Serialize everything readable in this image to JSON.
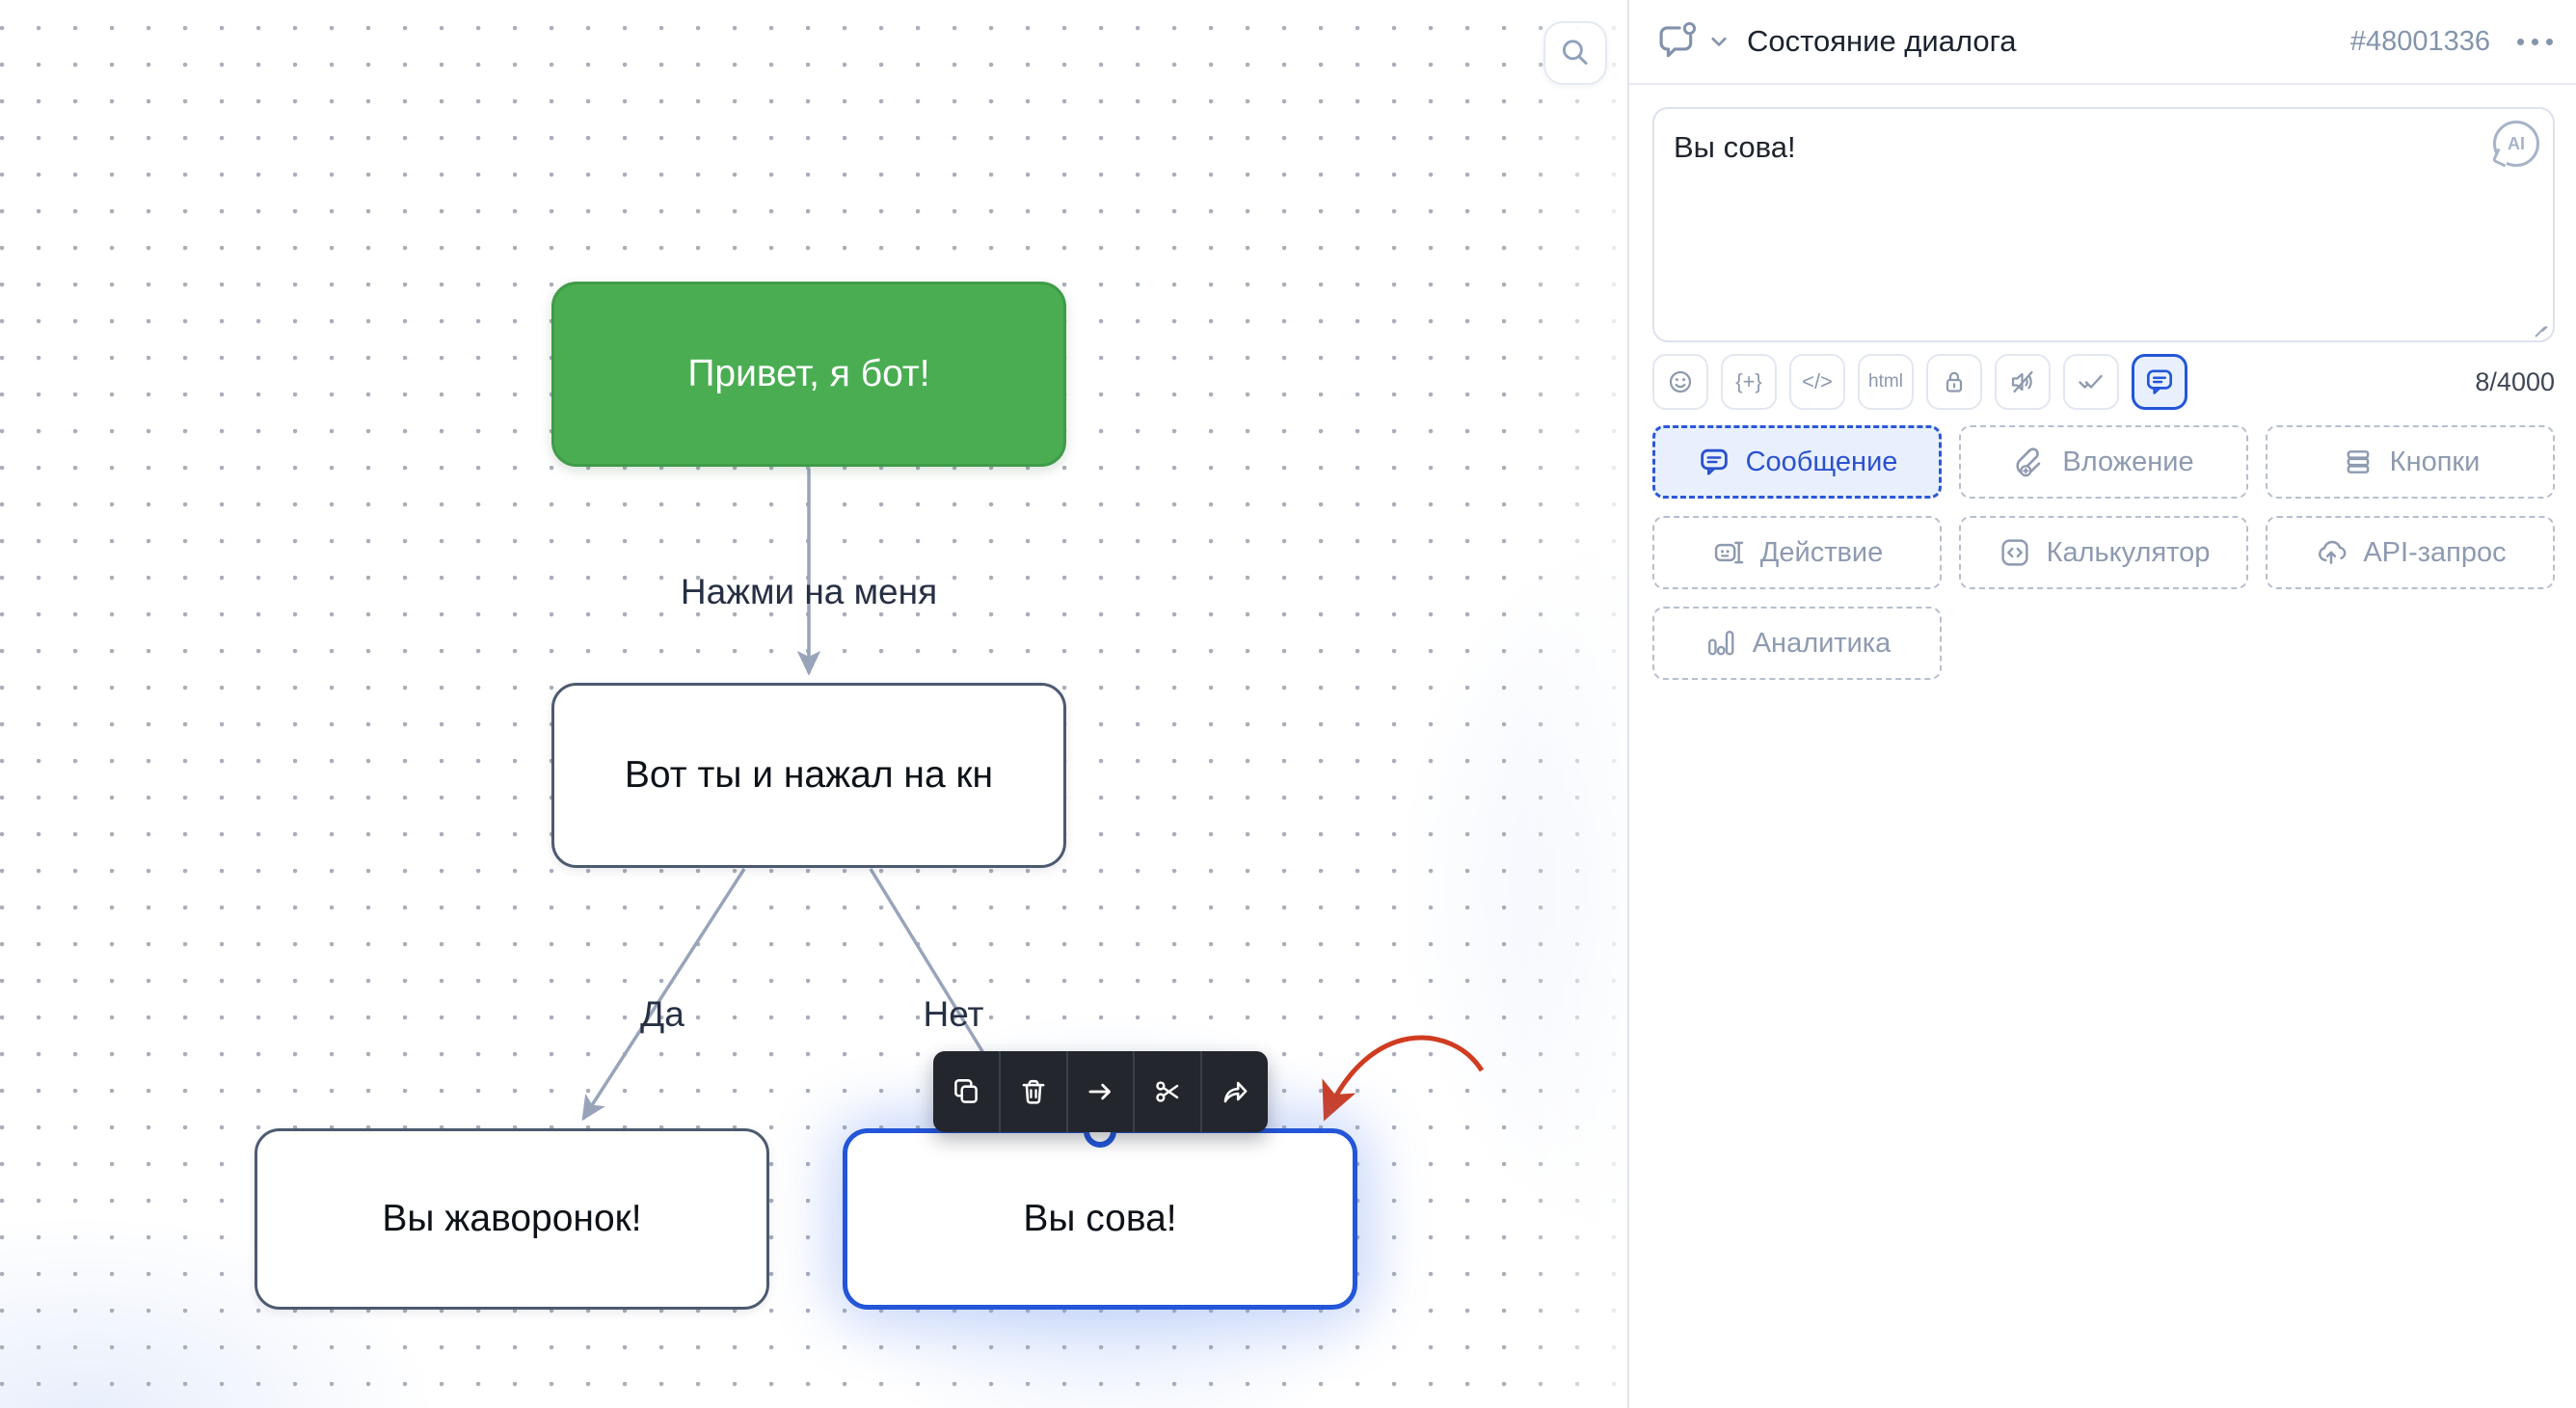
{
  "colors": {
    "accent_blue": "#2356d8",
    "node_green": "#4aad52",
    "node_green_border": "#3f9b49",
    "node_border": "#4d5a70",
    "edge_gray": "#99a4ba",
    "red_annotation": "#d03c20",
    "muted_icon_gray": "#8d99ad",
    "selection_glow": "#6088ee"
  },
  "canvas": {
    "nodes": [
      {
        "text": "Привет, я бот!",
        "style": "green"
      },
      {
        "text": "Вот ты и нажал на кн",
        "style": "white"
      },
      {
        "text": "Вы жаворонок!",
        "style": "white"
      },
      {
        "text": "Вы сова!",
        "style": "selected"
      }
    ],
    "edges": {
      "label_top": "Нажми на меня",
      "label_yes": "Да",
      "label_no": "Нет"
    },
    "node_toolbar_icons": [
      "copy-icon",
      "trash-icon",
      "arrow-right-icon",
      "scissors-icon",
      "share-icon"
    ],
    "search_icon": "search-icon"
  },
  "panel": {
    "header": {
      "title": "Состояние диалога",
      "node_id": "#48001336",
      "type_icon": "chat-bubble-status-icon",
      "menu_icon": "ellipsis-icon"
    },
    "editor": {
      "value": "Вы сова!",
      "ai_badge": "AI",
      "char_counter": "8/4000"
    },
    "toolbar": {
      "emoji_icon": "emoji-icon",
      "variable_label": "{+}",
      "code_label": "<(/)>",
      "code_label_display": "</>",
      "html_label": "html",
      "lock_icon": "lock-icon",
      "sound_off_icon": "sound-off-icon",
      "double_check_icon": "double-check-icon",
      "message_icon": "message-bubble-icon"
    },
    "content_types": [
      {
        "label": "Сообщение",
        "active": true,
        "icon": "message-bubble-icon"
      },
      {
        "label": "Вложение",
        "active": false,
        "icon": "paperclip-icon"
      },
      {
        "label": "Кнопки",
        "active": false,
        "icon": "buttons-stack-icon"
      },
      {
        "label": "Действие",
        "active": false,
        "icon": "action-robot-icon"
      },
      {
        "label": "Калькулятор",
        "active": false,
        "icon": "calculator-code-icon"
      },
      {
        "label": "API-запрос",
        "active": false,
        "icon": "cloud-upload-icon"
      },
      {
        "label": "Аналитика",
        "active": false,
        "icon": "analytics-bars-icon"
      }
    ]
  }
}
